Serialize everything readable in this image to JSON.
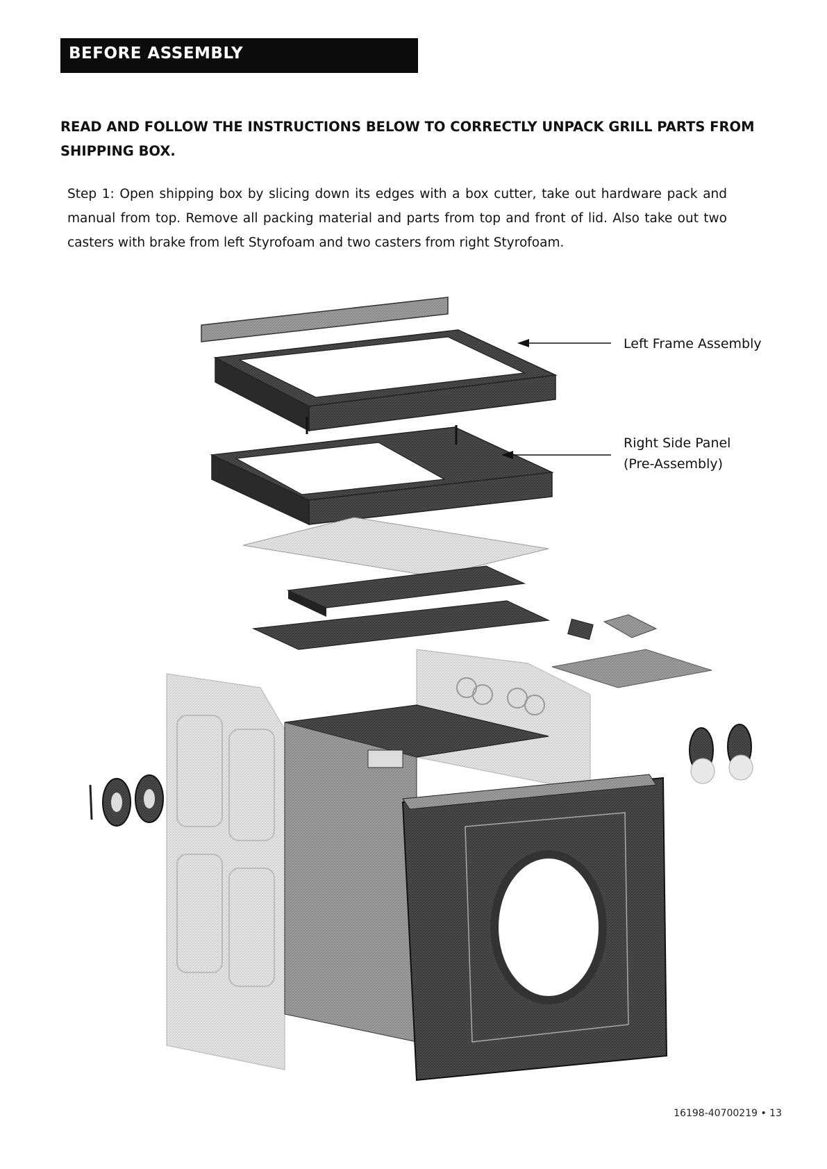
{
  "header": {
    "title": "BEFORE ASSEMBLY"
  },
  "instructions": {
    "heading": "READ AND FOLLOW THE INSTRUCTIONS BELOW TO CORRECTLY UNPACK GRILL PARTS FROM SHIPPING BOX.",
    "step1": "Step 1: Open shipping box by slicing down its edges with a box cutter, take out hardware pack and manual from top. Remove all packing material and parts from top and front of lid. Also take out two casters with brake from left Styrofoam and two casters from right Styrofoam."
  },
  "callouts": {
    "left_frame": "Left Frame Assembly",
    "right_panel_line1": "Right Side Panel",
    "right_panel_line2": "(Pre-Assembly)"
  },
  "footer": {
    "page_number": "16198-40700219 • 13"
  }
}
